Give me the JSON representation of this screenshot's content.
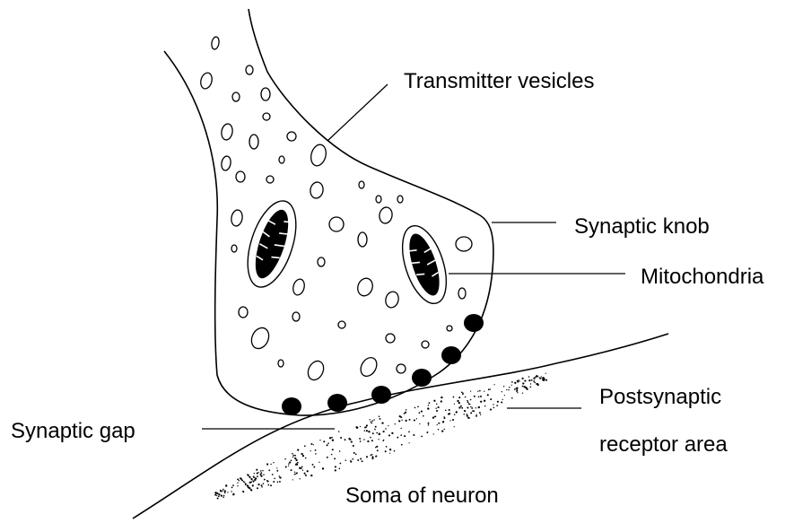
{
  "labels": {
    "transmitter_vesicles": "Transmitter vesicles",
    "synaptic_knob": "Synaptic knob",
    "mitochondria": "Mitochondria",
    "postsynaptic_line1": "Postsynaptic",
    "postsynaptic_line2": "receptor area",
    "synaptic_gap": "Synaptic gap",
    "soma": "Soma of neuron"
  },
  "colors": {
    "ink": "#000000",
    "background": "#ffffff"
  }
}
